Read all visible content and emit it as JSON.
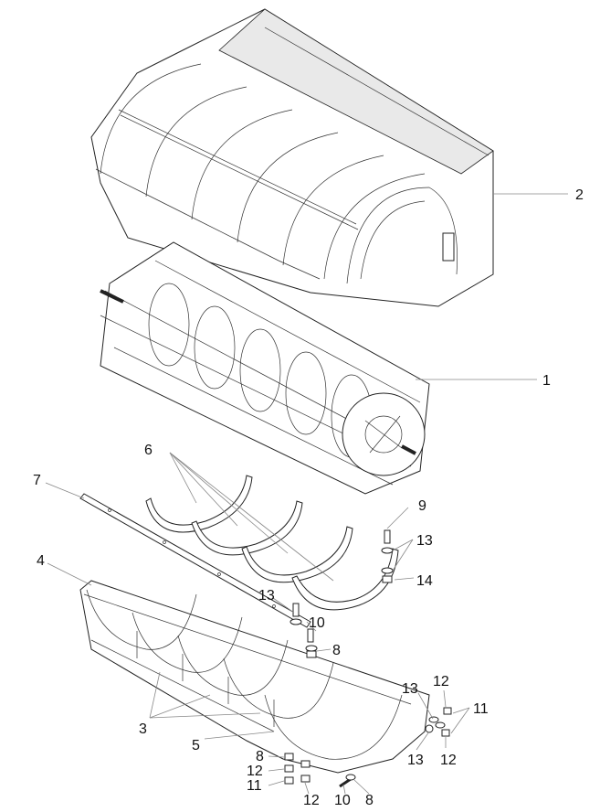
{
  "callouts": [
    {
      "id": "c2",
      "text": "2"
    },
    {
      "id": "c1",
      "text": "1"
    },
    {
      "id": "c6",
      "text": "6"
    },
    {
      "id": "c7",
      "text": "7"
    },
    {
      "id": "c9",
      "text": "9"
    },
    {
      "id": "c13a",
      "text": "13"
    },
    {
      "id": "c14",
      "text": "14"
    },
    {
      "id": "c4",
      "text": "4"
    },
    {
      "id": "c13b",
      "text": "13"
    },
    {
      "id": "c10a",
      "text": "10"
    },
    {
      "id": "c8a",
      "text": "8"
    },
    {
      "id": "c12a",
      "text": "12"
    },
    {
      "id": "c13c",
      "text": "13"
    },
    {
      "id": "c11a",
      "text": "11"
    },
    {
      "id": "c3",
      "text": "3"
    },
    {
      "id": "c5",
      "text": "5"
    },
    {
      "id": "c13d",
      "text": "13"
    },
    {
      "id": "c12b",
      "text": "12"
    },
    {
      "id": "c8b",
      "text": "8"
    },
    {
      "id": "c12c",
      "text": "12"
    },
    {
      "id": "c11b",
      "text": "11"
    },
    {
      "id": "c12d",
      "text": "12"
    },
    {
      "id": "c10b",
      "text": "10"
    },
    {
      "id": "c8c",
      "text": "8"
    }
  ]
}
